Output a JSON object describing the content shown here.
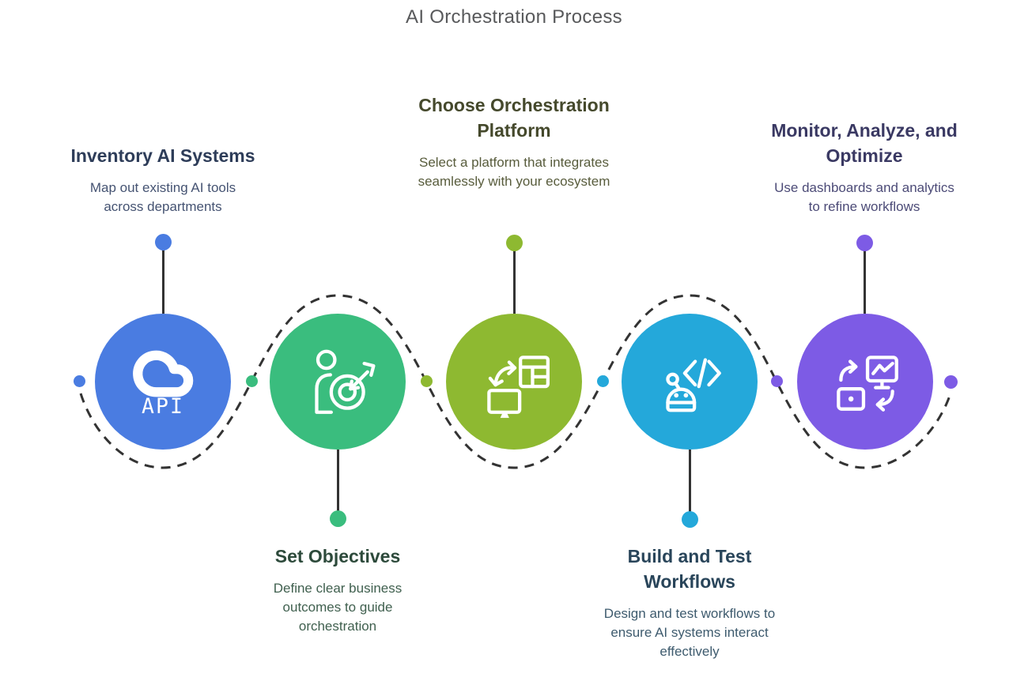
{
  "title": "AI Orchestration Process",
  "steps": [
    {
      "title": "Inventory AI Systems",
      "description": "Map out existing AI tools across departments",
      "color": "#4a7ce1",
      "heading_color": "#2e3d59",
      "body_color": "#455372",
      "icon": "cloud-api-icon",
      "icon_label": "API"
    },
    {
      "title": "Set Objectives",
      "description": "Define clear business outcomes to guide orchestration",
      "color": "#3abd7e",
      "heading_color": "#2d4a3b",
      "body_color": "#40604f",
      "icon": "person-target-icon"
    },
    {
      "title": "Choose Orchestration Platform",
      "description": "Select a platform that integrates seamlessly with your ecosystem",
      "color": "#8eb931",
      "heading_color": "#45492c",
      "body_color": "#585c3c",
      "icon": "sync-platform-icon"
    },
    {
      "title": "Build and Test Workflows",
      "description": "Design and test workflows to ensure AI systems interact effectively",
      "color": "#24a8da",
      "heading_color": "#29455a",
      "body_color": "#3e5b6e",
      "icon": "code-robot-icon"
    },
    {
      "title": "Monitor, Analyze, and Optimize",
      "description": "Use dashboards and analytics to refine workflows",
      "color": "#7d5be5",
      "heading_color": "#3a3963",
      "body_color": "#4c4b77",
      "icon": "monitor-analytics-icon"
    }
  ],
  "connector": {
    "line_color": "#333333"
  }
}
